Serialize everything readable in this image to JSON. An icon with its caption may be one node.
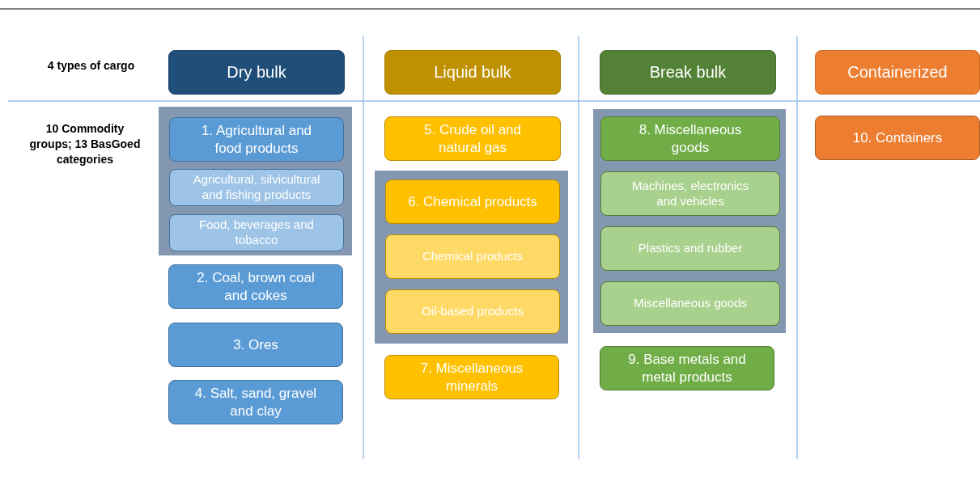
{
  "diagram": {
    "nodes": [
      {
        "text": [
          "Dry bulk"
        ]
      },
      {
        "text": [
          "Liquid bulk"
        ]
      },
      {
        "text": [
          "Break bulk"
        ]
      },
      {
        "text": [
          "Containerized"
        ]
      },
      {
        "text": [],
        "shape": "box"
      },
      {
        "text": [
          "1. Agricultural and food products"
        ],
        "in": 4
      },
      {
        "text": [
          "Agricultural, silvicultural and fishing products"
        ],
        "in": 4
      },
      {
        "text": [
          "Food, beverages and tobacco"
        ],
        "in": 4
      },
      {
        "text": [
          "2. Coal, brown coal and cokes"
        ]
      },
      {
        "text": [
          "3. Ores"
        ]
      },
      {
        "text": [
          "4. Salt, sand, gravel and clay"
        ]
      },
      {
        "text": [
          "5. Crude oil and natural gas"
        ]
      },
      {
        "text": [],
        "shape": "box"
      },
      {
        "text": [
          "6. Chemical products"
        ],
        "in": 12
      },
      {
        "text": [
          "Chemical products"
        ],
        "in": 12
      },
      {
        "text": [
          "Oil-based products"
        ],
        "in": 12
      },
      {
        "text": [
          "7. Miscellaneous minerals"
        ]
      },
      {
        "text": [],
        "shape": "box"
      },
      {
        "text": [
          "8. Miscellaneous goods"
        ],
        "in": 17
      },
      {
        "text": [
          "Machines, electronics and vehicles"
        ],
        "in": 17
      },
      {
        "text": [
          "Plastics and rubber"
        ],
        "in": 17
      },
      {
        "text": [
          "Miscellaneous goods"
        ],
        "in": 17
      },
      {
        "text": [
          "9. Base metals and metal products"
        ]
      },
      {
        "text": [
          "10. Containers"
        ]
      }
    ],
    "labels": [
      "4 types of cargo",
      "10 Commodity groups; 13 BasGoed categories"
    ]
  }
}
